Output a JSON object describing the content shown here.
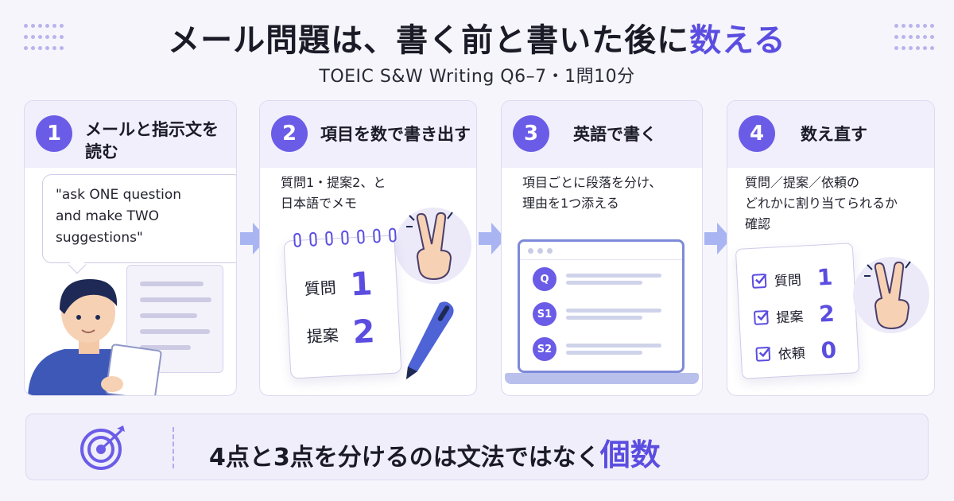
{
  "headline": {
    "main": "メール問題は、書く前と書いた後に",
    "accent": "数える"
  },
  "subtitle": "TOEIC S&W Writing Q6–7・1問10分",
  "steps": [
    {
      "num": "1",
      "title_line1": "メールと指示文を",
      "title_line2": "読む",
      "quote_lines": [
        "\"ask ONE question",
        "and make TWO",
        "suggestions\""
      ]
    },
    {
      "num": "2",
      "title": "項目を数で書き出す",
      "text_lines": [
        "質問1・提案2、と",
        "日本語でメモ"
      ],
      "memo": [
        {
          "label": "質問",
          "value": "1"
        },
        {
          "label": "提案",
          "value": "2"
        }
      ]
    },
    {
      "num": "3",
      "title": "英語で書く",
      "text_lines": [
        "項目ごとに段落を分け、",
        "理由を1つ添える"
      ],
      "screen_badges": [
        "Q",
        "S1",
        "S2"
      ]
    },
    {
      "num": "4",
      "title": "数え直す",
      "text_lines": [
        "質問／提案／依頼の",
        "どれかに割り当てられるか",
        "確認"
      ],
      "checks": [
        {
          "label": "質問",
          "value": "1"
        },
        {
          "label": "提案",
          "value": "2"
        },
        {
          "label": "依頼",
          "value": "0"
        }
      ]
    }
  ],
  "footer": {
    "main": "4点と3点を分けるのは文法ではなく",
    "accent": "個数"
  },
  "colors": {
    "accent": "#5b4de0",
    "step_badge": "#6b5ce7",
    "panel_head": "#f1effb",
    "background": "#f5f5fb"
  },
  "icons": [
    "target-icon",
    "peace-hand-icon",
    "pen-icon",
    "laptop-icon",
    "person-icon",
    "checkbox-icon",
    "arrow-right-icon"
  ]
}
